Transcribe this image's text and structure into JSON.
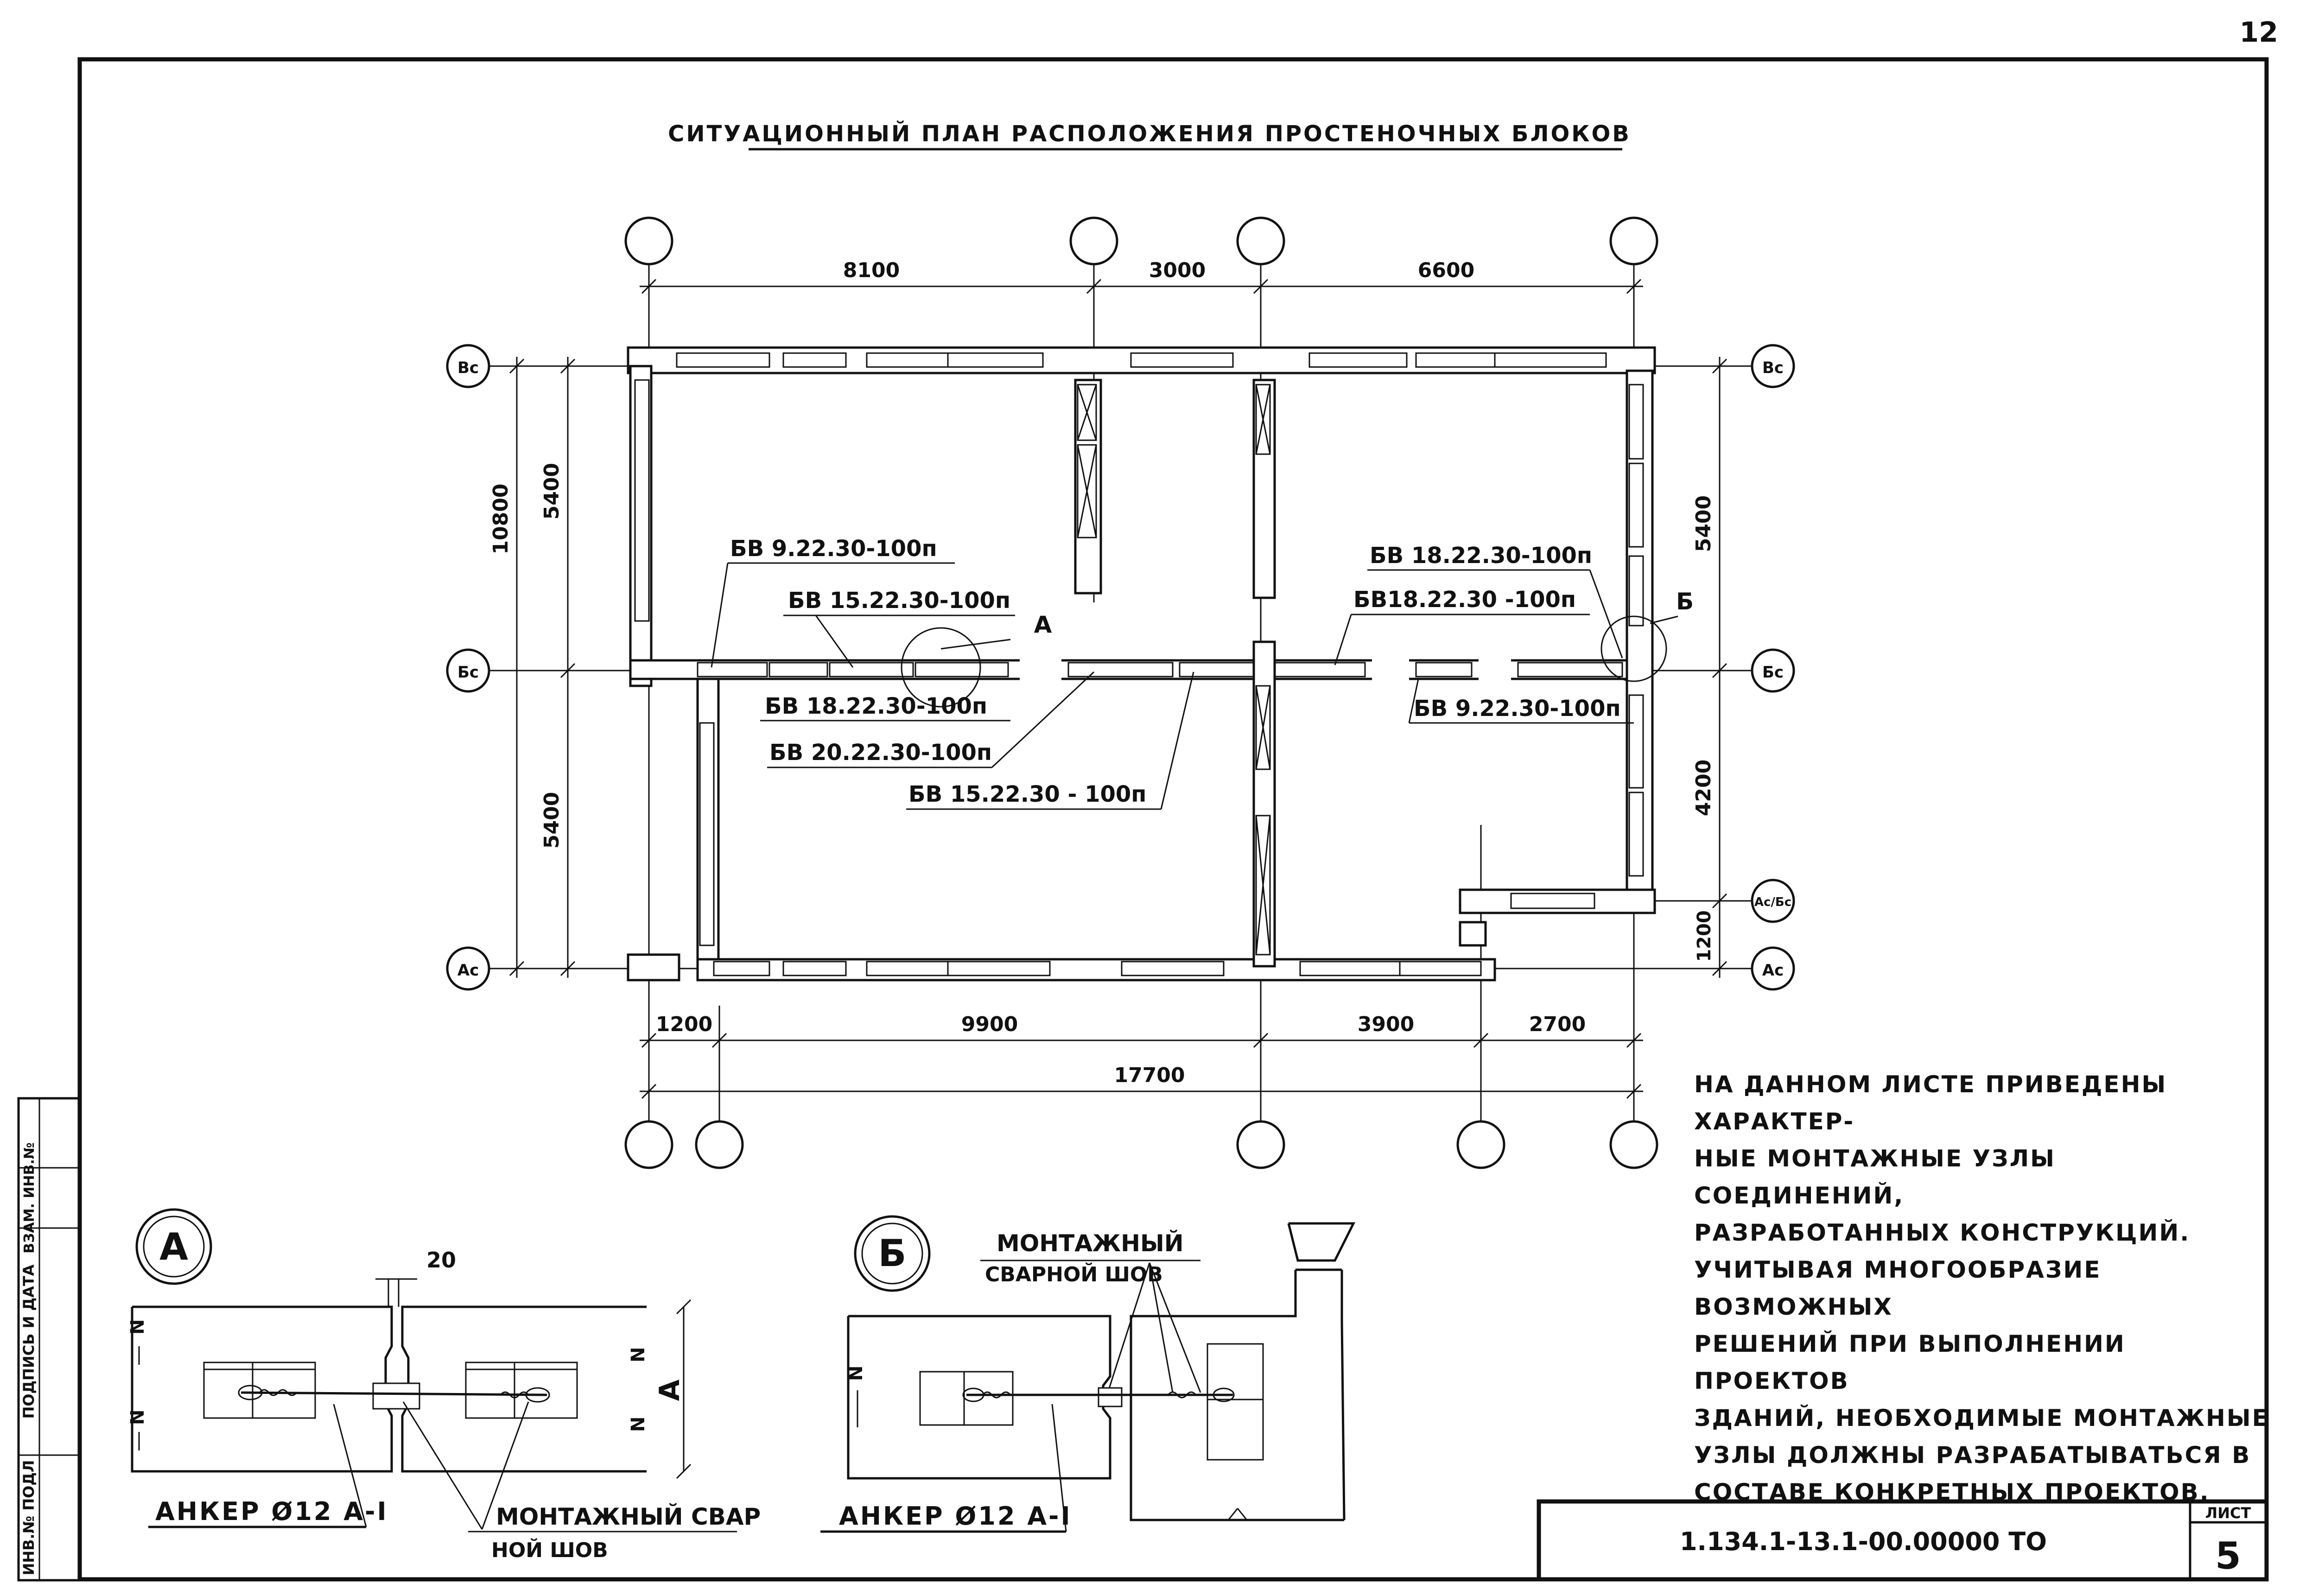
{
  "page_number": "12",
  "title": "СИТУАЦИОННЫЙ ПЛАН РАСПОЛОЖЕНИЯ ПРОСТЕНОЧНЫХ БЛОКОВ",
  "axes_rows": [
    "Вс",
    "Бс",
    "Ас",
    "Ас/Бс"
  ],
  "axes_rows_right": [
    "Вс",
    "Бс",
    "Ас/Бс",
    "Ас"
  ],
  "dims_top": [
    "8100",
    "3000",
    "6600"
  ],
  "dims_bottom": [
    "1200",
    "9900",
    "3900",
    "2700"
  ],
  "dim_total": "17700",
  "dims_left": [
    "10800",
    "5400",
    "5400"
  ],
  "dims_right": [
    "5400",
    "4200",
    "1200"
  ],
  "block_labels": [
    "БВ 9.22.30-100п",
    "БВ 15.22.30-100п",
    "БВ 18.22.30-100п",
    "БВ 20.22.30-100п",
    "БВ 15.22.30 - 100п",
    "БВ 18.22.30-100п",
    "БВ18.22.30 -100п",
    "БВ 9.22.30-100п"
  ],
  "callouts": [
    "А",
    "Б"
  ],
  "note_lines": [
    "НА ДАННОМ ЛИСТЕ ПРИВЕДЕНЫ ХАРАКТЕР-",
    "НЫЕ МОНТАЖНЫЕ УЗЛЫ СОЕДИНЕНИЙ,",
    "РАЗРАБОТАННЫХ КОНСТРУКЦИЙ.",
    "УЧИТЫВАЯ МНОГООБРАЗИЕ ВОЗМОЖНЫХ",
    "РЕШЕНИЙ ПРИ ВЫПОЛНЕНИИ ПРОЕКТОВ",
    "ЗДАНИЙ, НЕОБХОДИМЫЕ МОНТАЖНЫЕ",
    "УЗЛЫ ДОЛЖНЫ РАЗРАБАТЫВАТЬСЯ В",
    "СОСТАВЕ КОНКРЕТНЫХ ПРОЕКТОВ."
  ],
  "detail_a": {
    "label": "А",
    "dim": "20",
    "section_mark": "А",
    "anchor": "АНКЕР Ø12 А-I",
    "weld_line1": "МОНТАЖНЫЙ СВАР",
    "weld_line2": "НОЙ ШОВ"
  },
  "detail_b": {
    "label": "Б",
    "weld_line1": "МОНТАЖНЫЙ",
    "weld_line2": "СВАРНОЙ ШОВ",
    "anchor": "АНКЕР Ø12 А-I"
  },
  "section_mark_n": "N",
  "side_stamp": [
    "ИНВ.№ ПОДЛ",
    "ПОДПИСЬ И ДАТА",
    "ВЗАМ. ИНВ.№"
  ],
  "doc_code": "1.134.1-13.1-00.00000 ТО",
  "sheet_label": "ЛИСТ",
  "sheet_number": "5"
}
